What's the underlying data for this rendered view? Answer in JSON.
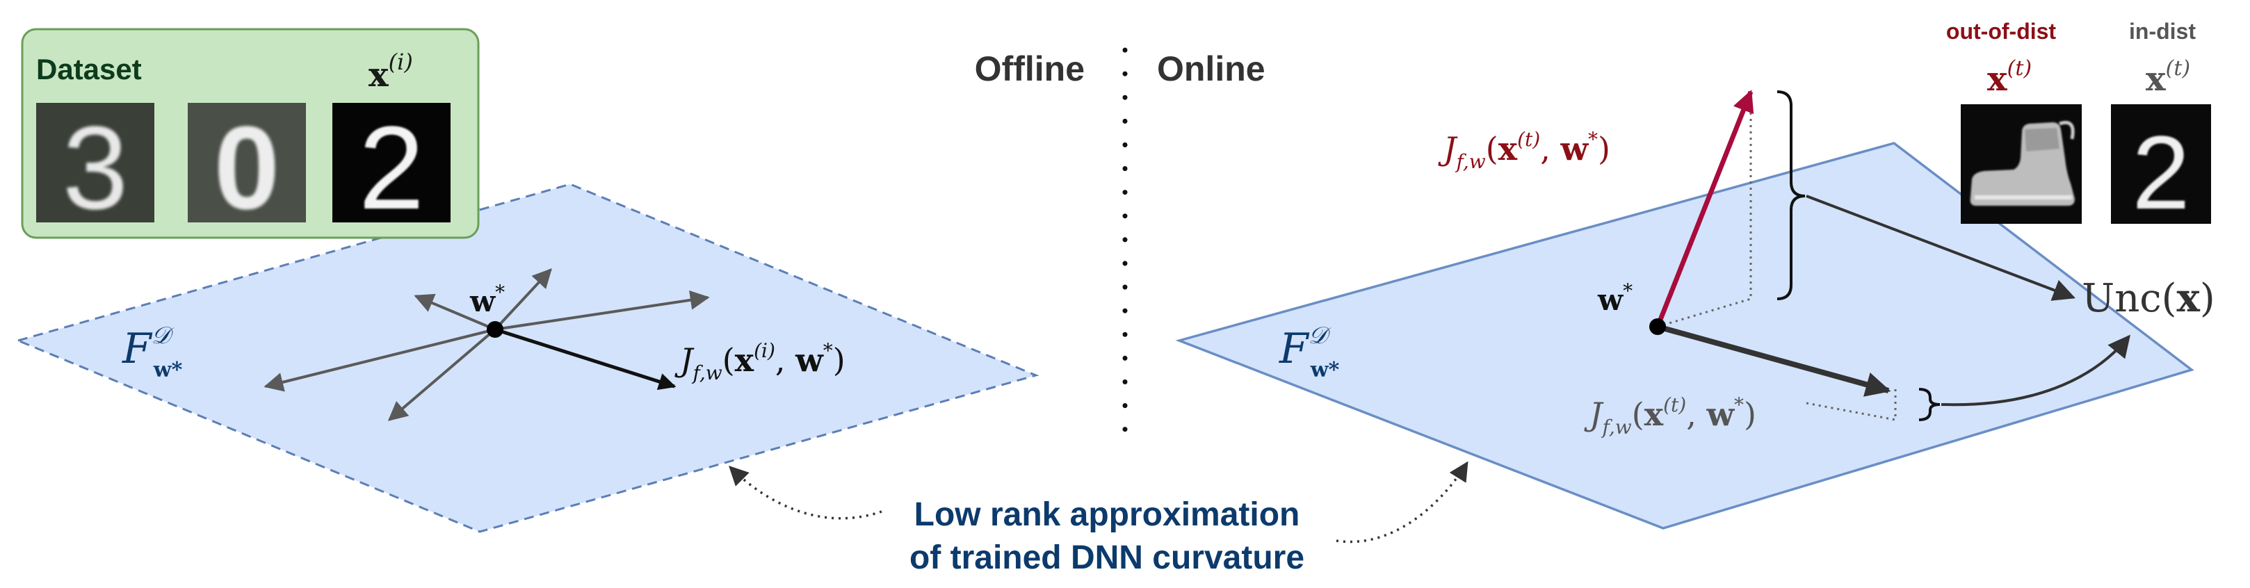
{
  "sections": {
    "offline": "Offline",
    "online": "Online"
  },
  "dataset": {
    "title": "Dataset",
    "sample_label": {
      "base": "x",
      "sup": "(i)"
    },
    "digits": [
      "3",
      "0",
      "2"
    ]
  },
  "offline_panel": {
    "plane_label": {
      "base": "F",
      "sup": "𝒟",
      "sub": "w*"
    },
    "point_label": {
      "base": "w",
      "sup": "*"
    },
    "jacobian_label": {
      "J": "J",
      "sub": "f,w",
      "open": "(",
      "x": "x",
      "xsup": "(i)",
      "sep": ", ",
      "w": "w",
      "wsup": "*",
      "close": ")"
    }
  },
  "online_panel": {
    "plane_label": {
      "base": "F",
      "sup": "𝒟",
      "sub": "w*"
    },
    "point_label": {
      "base": "w",
      "sup": "*"
    },
    "jacobian_out_label": {
      "J": "J",
      "sub": "f,w",
      "open": "(",
      "x": "x",
      "xsup": "(t)",
      "sep": ", ",
      "w": "w",
      "wsup": "*",
      "close": ")"
    },
    "jacobian_in_label": {
      "J": "J",
      "sub": "f,w",
      "open": "(",
      "x": "x",
      "xsup": "(t)",
      "sep": ", ",
      "w": "w",
      "wsup": "*",
      "close": ")"
    },
    "unc_label": {
      "fn": "Unc",
      "open": "(",
      "x": "x",
      "close": ")"
    },
    "out_of_dist": {
      "title": "out-of-dist",
      "base": "x",
      "sup": "(t)"
    },
    "in_dist": {
      "title": "in-dist",
      "base": "x",
      "sup": "(t)",
      "digit": "2"
    }
  },
  "caption": {
    "line1": "Low rank approximation",
    "line2": "of trained DNN curvature"
  },
  "colors": {
    "plane_fill": "#d3e3fb",
    "plane_stroke_offline": "#5d7eb6",
    "plane_stroke_online": "#6a8ec5",
    "dataset_box_fill": "#c8e6c2",
    "dataset_box_stroke": "#6a9f58",
    "dataset_title": "#0d3b1c",
    "ood_red": "#8c0f16",
    "ood_arrow": "#a80c3c",
    "caption_blue": "#0c3a6c",
    "plane_label_blue": "#0c3a6c",
    "gray_text": "#555555",
    "arrow_gray": "#5a5a5a",
    "section_text": "#333333"
  }
}
